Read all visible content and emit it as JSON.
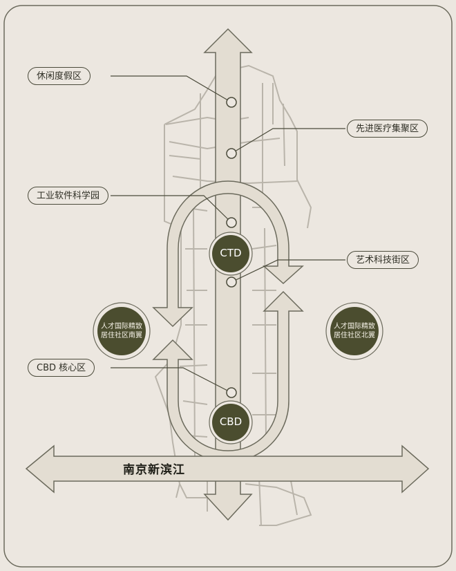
{
  "labels": {
    "leisure": "休闲度假区",
    "medical": "先进医疗集聚区",
    "software": "工业软件科学园",
    "art": "艺术科技街区",
    "cbd_core": "CBD 核心区"
  },
  "nodes": {
    "ctd": "CTD",
    "cbd": "CBD"
  },
  "communities": {
    "south_line1": "人才国际精致",
    "south_line2": "居住社区南翼",
    "north_line1": "人才国际精致",
    "north_line2": "居住社区北翼"
  },
  "river": "南京新滨江",
  "colors": {
    "background": "#ece7e0",
    "arrow_fill": "#e3ddd2",
    "arrow_stroke": "#6b6a5c",
    "node_green": "#4b4d2f",
    "line": "#4a4a3a",
    "map_lines": "#b9b4aa"
  }
}
